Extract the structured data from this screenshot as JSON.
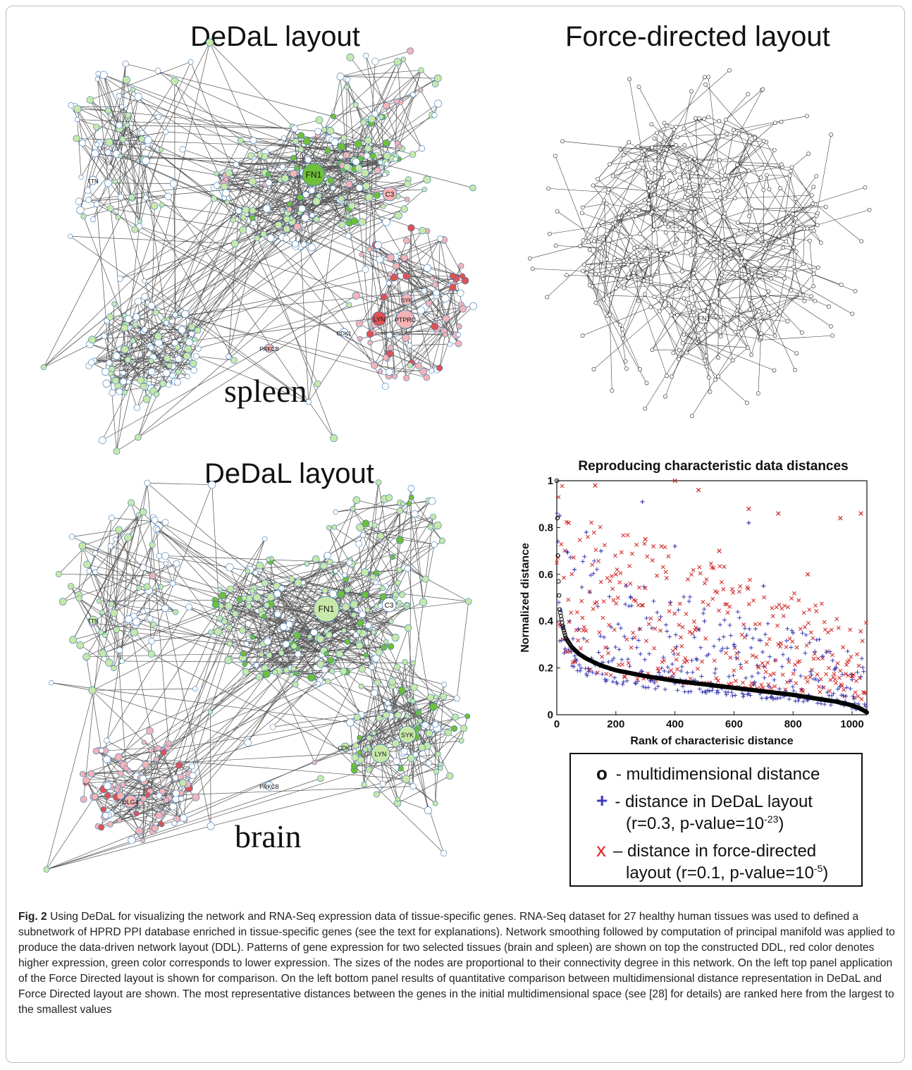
{
  "panels": {
    "top_left_title": "DeDaL layout",
    "top_right_title": "Force-directed layout",
    "bottom_left_title": "DeDaL layout",
    "spleen_label": "spleen",
    "brain_label": "brain"
  },
  "node_labels_spleen": {
    "fn1": "FN1",
    "c3": "C3",
    "lyn": "LYN",
    "prkcb": "PRKCB",
    "ptprc": "PTPRC",
    "syk": "SYK",
    "cdk1": "CDK1",
    "ttn": "TTN"
  },
  "node_labels_brain": {
    "fn1": "FN1",
    "c3": "C3",
    "lyn": "LYN",
    "prkcb": "PRKCB",
    "syk": "SYK",
    "dlg4": "DLG4",
    "ttn": "TTN",
    "cdk1": "CDK1"
  },
  "node_labels_force": {
    "fn1": "FN1"
  },
  "colors": {
    "expr_high": "#e05252",
    "expr_high_light": "#f4b4b4",
    "expr_low": "#6fbf3a",
    "expr_low_light": "#c8e8a8",
    "neutral": "#ffffff",
    "plus_color": "#3c3cb4",
    "x_color": "#d22222"
  },
  "chart_data": {
    "type": "scatter",
    "title": "Reproducing characteristic data distances",
    "xlabel": "Rank of characterisic distance",
    "ylabel": "Normalized distance",
    "xlim": [
      0,
      1050
    ],
    "ylim": [
      0,
      1
    ],
    "xticks": [
      0,
      200,
      400,
      600,
      800,
      1000
    ],
    "yticks": [
      0,
      0.2,
      0.4,
      0.6,
      0.8,
      1
    ],
    "grid": false,
    "series": [
      {
        "name": "multidimensional distance",
        "marker": "o",
        "color": "#000000",
        "x": [
          0,
          5,
          10,
          20,
          30,
          50,
          75,
          100,
          150,
          200,
          300,
          400,
          500,
          600,
          700,
          800,
          900,
          950,
          1000,
          1030,
          1050
        ],
        "y": [
          1.0,
          0.6,
          0.45,
          0.38,
          0.33,
          0.29,
          0.26,
          0.24,
          0.21,
          0.19,
          0.165,
          0.145,
          0.13,
          0.115,
          0.1,
          0.085,
          0.065,
          0.055,
          0.04,
          0.025,
          0.01
        ]
      },
      {
        "name": "distance in DeDaL layout",
        "marker": "+",
        "color": "#3c3cb4",
        "r": "0.3",
        "p_value": "10^-23",
        "x": [
          10,
          60,
          100,
          150,
          250,
          290,
          400,
          500,
          600,
          650,
          700,
          800,
          900,
          1000
        ],
        "y": [
          0.85,
          0.62,
          0.78,
          0.7,
          0.5,
          0.91,
          0.72,
          0.4,
          0.3,
          0.82,
          0.55,
          0.35,
          0.25,
          0.15
        ]
      },
      {
        "name": "distance in force-directed layout",
        "marker": "x",
        "color": "#d22222",
        "r": "0.1",
        "p_value": "10^-5",
        "x": [
          40,
          130,
          200,
          300,
          400,
          480,
          550,
          650,
          750,
          850,
          960,
          1030
        ],
        "y": [
          0.82,
          0.98,
          0.6,
          0.75,
          1.0,
          0.96,
          0.7,
          0.88,
          0.86,
          0.6,
          0.84,
          0.86
        ]
      }
    ]
  },
  "legend": {
    "o_symbol": "o",
    "o_text": "- multidimensional  distance",
    "plus_symbol": "+",
    "plus_text": "- distance in DeDaL layout",
    "plus_sub": "(r=0.3, p-value=10",
    "plus_exp": "-23",
    "x_symbol": "x",
    "x_text": "– distance in force-directed",
    "x_sub": "layout (r=0.1, p-value=10",
    "x_exp": "-5"
  },
  "caption": {
    "label": "Fig. 2",
    "text": "Using DeDaL for visualizing the network and RNA-Seq expression data of tissue-specific genes. RNA-Seq dataset for 27 healthy human tissues was used to defined a subnetwork of HPRD PPI database enriched in tissue-specific genes (see the text for explanations). Network smoothing followed by computation of principal manifold was applied to produce the data-driven network layout (DDL). Patterns of gene expression for two selected tissues (brain and spleen) are shown on top the constructed DDL, red color denotes higher expression, green color corresponds to lower expression. The sizes of the nodes are proportional to their connectivity degree in this network. On the left top panel application of the Force Directed layout is shown for comparison. On the left bottom panel results of quantitative comparison between multidimensional distance representation in DeDaL and Force Directed layout are shown. The most representative distances between the genes in the initial multidimensional space (see [28] for details) are ranked here from the largest to the smallest values"
  }
}
